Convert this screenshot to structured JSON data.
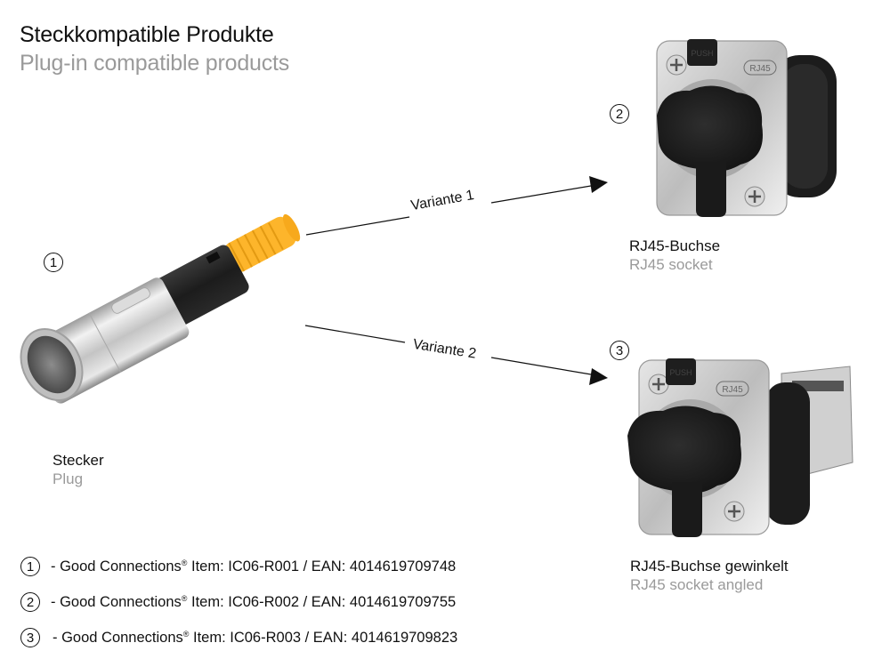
{
  "header": {
    "title": "Steckkompatible Produkte",
    "subtitle": "Plug-in compatible products"
  },
  "products": [
    {
      "number": "1",
      "label_de": "Stecker",
      "label_en": "Plug",
      "image": "rj45-plug-with-orange-boot"
    },
    {
      "number": "2",
      "label_de": "RJ45-Buchse",
      "label_en": "RJ45 socket",
      "image": "rj45-panel-socket-with-cap"
    },
    {
      "number": "3",
      "label_de": "RJ45-Buchse gewinkelt",
      "label_en": "RJ45 socket angled",
      "image": "rj45-angled-panel-socket-with-cap"
    }
  ],
  "arrows": [
    {
      "label": "Variante 1",
      "from": "1",
      "to": "2"
    },
    {
      "label": "Variante 2",
      "from": "1",
      "to": "3"
    }
  ],
  "socket_markings": {
    "push": "PUSH",
    "rj45": "RJ45"
  },
  "legend": [
    {
      "number": "1",
      "prefix": "- Good Connections",
      "reg": "®",
      "rest": " Item: IC06-R001 / EAN: 4014619709748"
    },
    {
      "number": "2",
      "prefix": "- Good Connections",
      "reg": "®",
      "rest": " Item: IC06-R002 / EAN: 4014619709755"
    },
    {
      "number": "3",
      "prefix": "- Good Connections",
      "reg": "®",
      "rest": " Item: IC06-R003 / EAN: 4014619709823"
    }
  ],
  "colors": {
    "boot_orange": "#FDB52B",
    "black_body": "#1f1f1f",
    "silver": "#c9c9c9",
    "subtext_gray": "#9a9a9a"
  }
}
